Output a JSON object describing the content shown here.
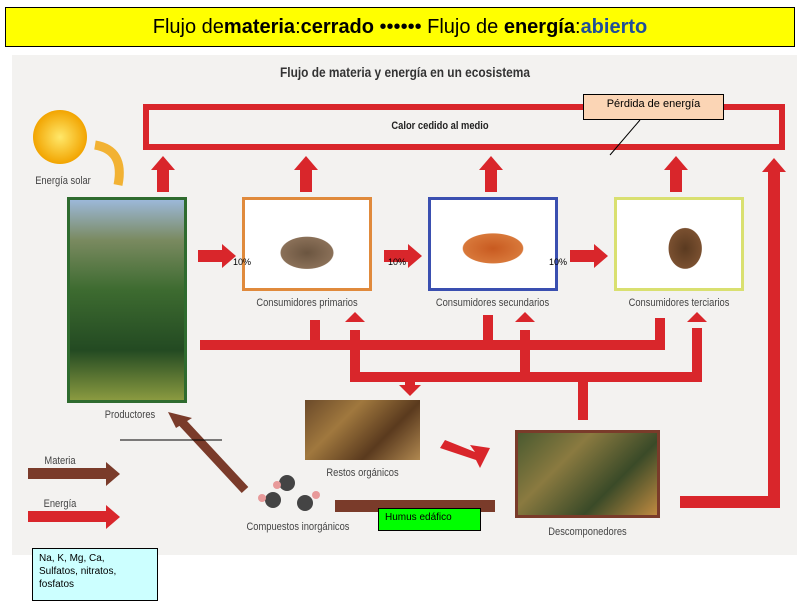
{
  "banner": {
    "part1": "Flujo de ",
    "part2": "materia",
    "part3": ": ",
    "part4": "cerrado",
    "part5": " •••••• Flujo de ",
    "part6": "energía",
    "part7": ": ",
    "part8": "abierto"
  },
  "diagram": {
    "title": "Flujo de materia y energía en un ecosistema",
    "heat_label": "Calor cedido al medio",
    "solar_label": "Energía solar",
    "producers": "Productores",
    "primary": "Consumidores primarios",
    "secondary": "Consumidores secundarios",
    "tertiary": "Consumidores terciarios",
    "remains": "Restos orgánicos",
    "decomposers": "Descomponedores",
    "inorganic": "Compuestos inorgánicos",
    "legend": {
      "matter": "Materia",
      "energy": "Energía"
    },
    "percent": [
      "10%",
      "10%",
      "10%"
    ]
  },
  "callouts": {
    "energy_loss": "Pérdida de energía",
    "humus": "Humus edáfico",
    "minerals": [
      "Na, K, Mg, Ca,",
      "Sulfatos, nitratos,",
      "fosfatos"
    ]
  },
  "colors": {
    "energy": "#d9262b",
    "matter": "#7a3b2a",
    "banner": "#ffff00",
    "humus": "#00ff00",
    "minerals": "#ccffff",
    "loss": "#fbd5b5"
  }
}
